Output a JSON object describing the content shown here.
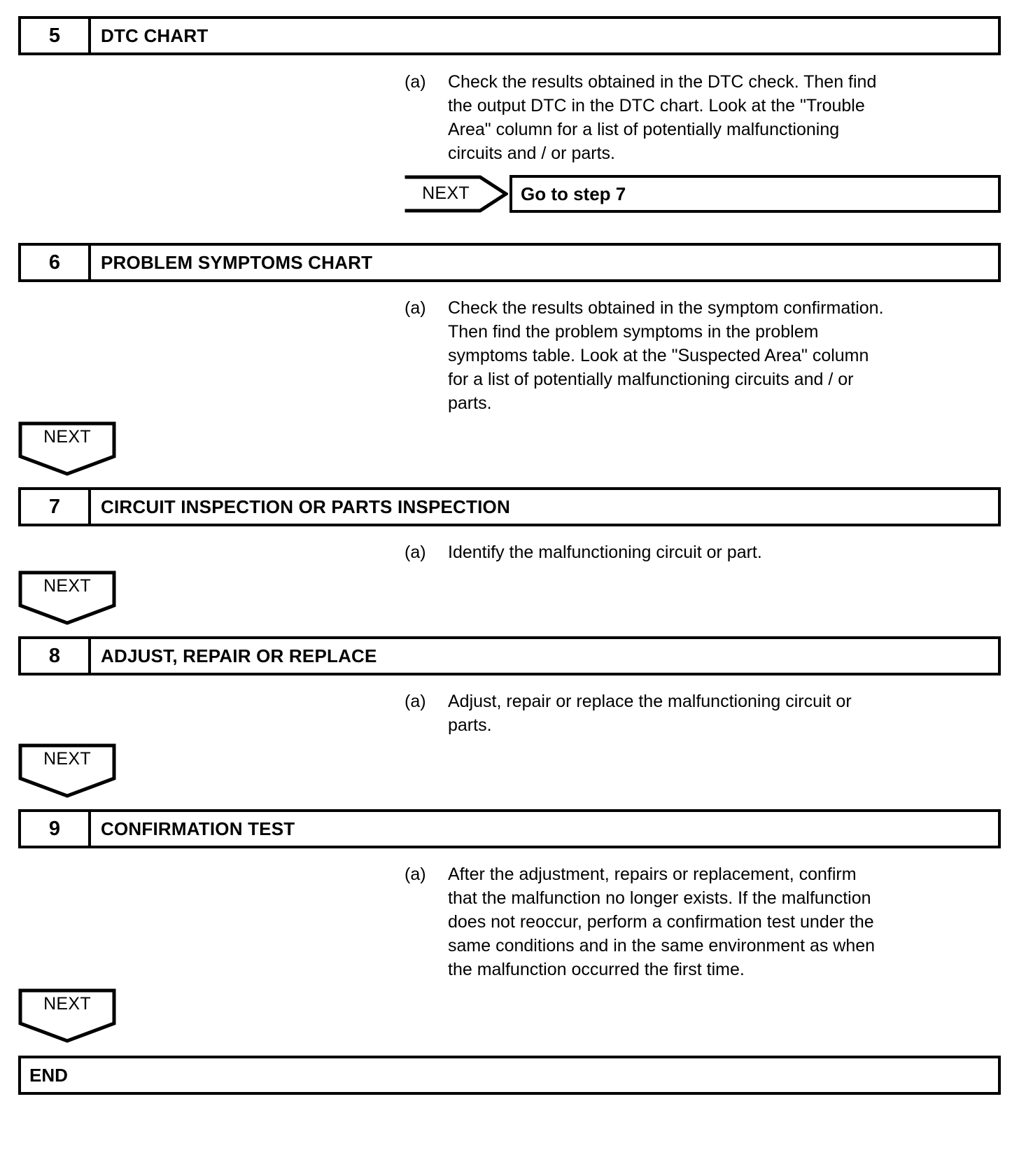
{
  "document": {
    "type": "troubleshooting-flowchart",
    "next_label": "NEXT"
  },
  "steps": [
    {
      "number": "5",
      "title": "DTC CHART",
      "marker": "(a)",
      "text": "Check the results obtained in the DTC check. Then find\nthe output DTC in the DTC chart. Look at the \"Trouble\nArea\" column for a list of potentially malfunctioning\ncircuits and / or parts."
    },
    {
      "number": "6",
      "title": "PROBLEM SYMPTOMS CHART",
      "marker": "(a)",
      "text": "Check the results obtained in the symptom confirmation.\nThen find the problem symptoms in the problem\nsymptoms table. Look at the \"Suspected Area\" column\nfor a list of potentially malfunctioning circuits and / or\nparts."
    },
    {
      "number": "7",
      "title": "CIRCUIT INSPECTION OR PARTS INSPECTION",
      "marker": "(a)",
      "text": "Identify the malfunctioning circuit or part."
    },
    {
      "number": "8",
      "title": "ADJUST, REPAIR OR REPLACE",
      "marker": "(a)",
      "text": "Adjust, repair or replace the malfunctioning circuit or\nparts."
    },
    {
      "number": "9",
      "title": "CONFIRMATION TEST",
      "marker": "(a)",
      "text": "After the adjustment, repairs or replacement, confirm\nthat the malfunction no longer exists. If the malfunction\ndoes not reoccur, perform a confirmation test under the\nsame conditions and in the same environment as when\nthe malfunction occurred the first time."
    }
  ],
  "branch": {
    "next_label": "NEXT",
    "target_label": "Go to step 7"
  },
  "end": {
    "label": "END"
  }
}
